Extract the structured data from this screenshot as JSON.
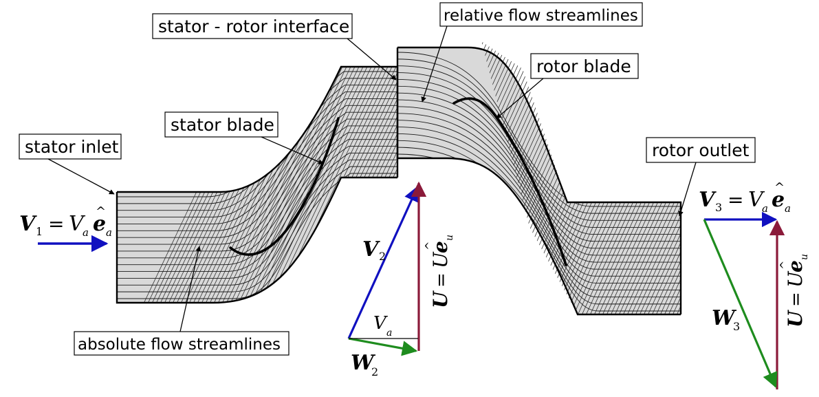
{
  "labels": {
    "stator_inlet": "stator inlet",
    "stator_blade": "stator blade",
    "interface": "stator - rotor interface",
    "relative_streamlines": "relative flow streamlines",
    "rotor_blade": "rotor blade",
    "rotor_outlet": "rotor outlet",
    "absolute_streamlines": "absolute flow streamlines"
  },
  "math": {
    "V": "V",
    "W": "W",
    "U": "U",
    "e": "e",
    "a": "a",
    "u": "u",
    "eq": "=",
    "hat": "^",
    "sub1": "1",
    "sub2": "2",
    "sub3": "3"
  },
  "colors": {
    "absolute_velocity": "#1010c0",
    "blade_velocity": "#8b1a3a",
    "relative_velocity": "#1e8c1e",
    "passage_fill": "#d9d9d9"
  }
}
